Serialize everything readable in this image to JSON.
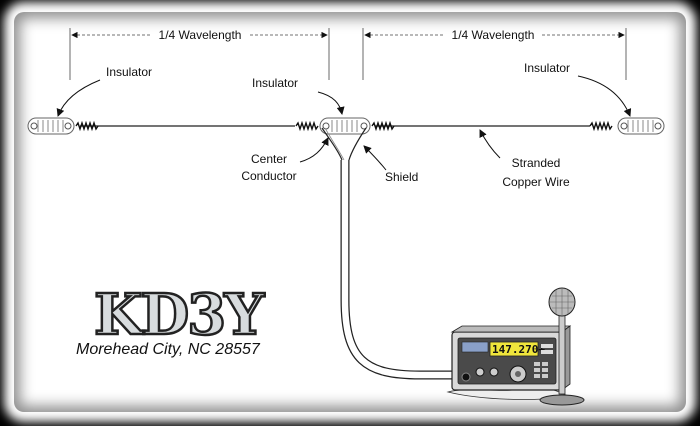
{
  "dimensions": {
    "left_span": "1/4 Wavelength",
    "right_span": "1/4 Wavelength"
  },
  "labels": {
    "insulator_left": "Insulator",
    "insulator_center": "Insulator",
    "insulator_right": "Insulator",
    "center_conductor_line1": "Center",
    "center_conductor_line2": "Conductor",
    "shield": "Shield",
    "stranded_line1": "Stranded",
    "stranded_line2": "Copper Wire"
  },
  "logo": {
    "callsign": "KD3Y",
    "location": "Morehead City, NC 28557"
  },
  "radio": {
    "frequency": "147.270+"
  },
  "colors": {
    "frame": "#000000",
    "background": "#ffffff",
    "wire": "#222222",
    "coax": "#ffffff",
    "display": "#f0e63c",
    "logo_fill": "#d8dcde"
  }
}
